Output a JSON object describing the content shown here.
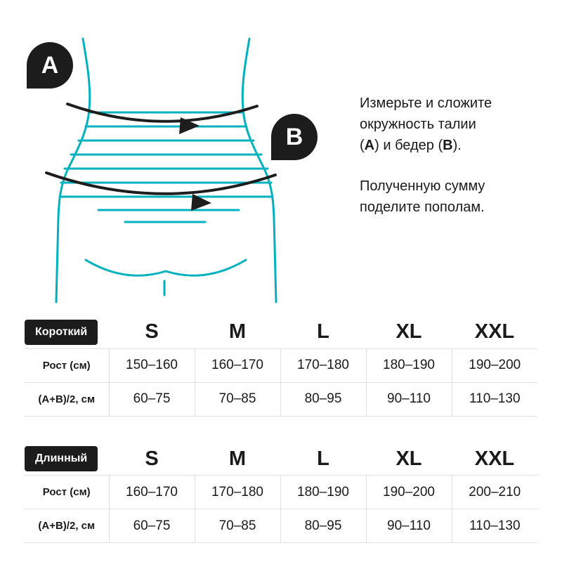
{
  "colors": {
    "teal": "#00b2bf",
    "ink": "#1d1d1d",
    "badge_bg": "#1c1c1c",
    "grid_line": "#dfdfdf"
  },
  "diagram": {
    "badge_a": "A",
    "badge_b": "B"
  },
  "instructions": {
    "line1": "Измерьте и сложите",
    "line2": "окружность талии",
    "line3": {
      "open": "(",
      "a": "А",
      "mid": ") и бедер (",
      "b": "В",
      "close": ")."
    },
    "line4": "Полученную сумму",
    "line5": "поделите пополам."
  },
  "tables": [
    {
      "label": "Короткий",
      "sizes": [
        "S",
        "M",
        "L",
        "XL",
        "XXL"
      ],
      "rows": [
        {
          "label": "Рост (см)",
          "values": [
            "150–160",
            "160–170",
            "170–180",
            "180–190",
            "190–200"
          ]
        },
        {
          "label": "(А+В)/2, см",
          "values": [
            "60–75",
            "70–85",
            "80–95",
            "90–110",
            "110–130"
          ]
        }
      ]
    },
    {
      "label": "Длинный",
      "sizes": [
        "S",
        "M",
        "L",
        "XL",
        "XXL"
      ],
      "rows": [
        {
          "label": "Рост (см)",
          "values": [
            "160–170",
            "170–180",
            "180–190",
            "190–200",
            "200–210"
          ]
        },
        {
          "label": "(А+В)/2, см",
          "values": [
            "60–75",
            "70–85",
            "80–95",
            "90–110",
            "110–130"
          ]
        }
      ]
    }
  ]
}
